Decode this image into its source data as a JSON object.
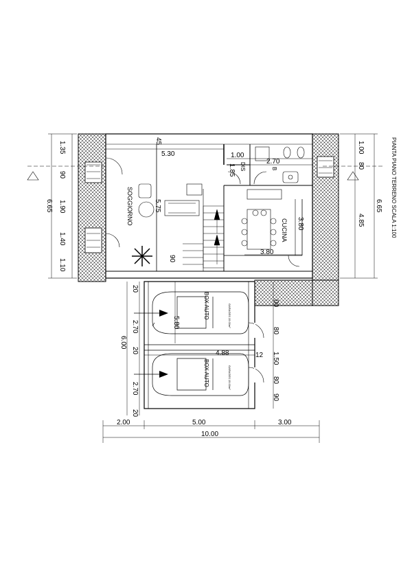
{
  "title": "PIANTA PIANO TERRENO SCALA 1:100",
  "rooms": {
    "soggiorno": "SOGGIORNO",
    "cucina": "CUCINA",
    "dis": "DIS",
    "bath": "B",
    "box_upper": "BOX AUTO",
    "box_lower": "BOX AUTO",
    "car_label_upper": "GARAGES 15.00m²",
    "car_label_lower": "GARAGES 15.00m²"
  },
  "dims_left": [
    "1.35",
    "90",
    "1.90",
    "1.40",
    "1.10",
    "6.65"
  ],
  "dims_right": [
    "1.00",
    "80",
    "6.65",
    "4.85"
  ],
  "dims_interior": {
    "d45": "45",
    "d530": "5.30",
    "d100": "1.00",
    "d270top": "2.70",
    "d185": "1.85",
    "d575": "5.75",
    "d380v": "3.80",
    "d380h": "3.80",
    "d90": "90"
  },
  "dims_garage": {
    "d20a": "20",
    "d270a": "2.70",
    "d20b": "20",
    "d270b": "2.70",
    "d20c": "20",
    "d600": "6.00",
    "d580": "5.80",
    "d488": "4.88",
    "d12": "12",
    "d00": "00",
    "d80a": "80",
    "d150": "1.50",
    "d80b": "80",
    "d90": "90"
  },
  "dims_bottom": [
    "2.00",
    "5.00",
    "3.00",
    "10.00"
  ]
}
